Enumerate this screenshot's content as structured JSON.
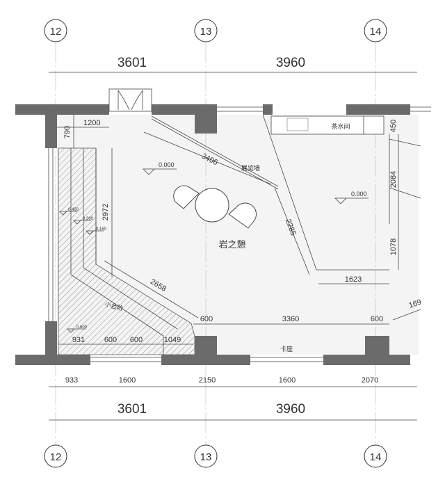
{
  "axes": [
    "12",
    "13",
    "14"
  ],
  "overall_dims": [
    "3601",
    "3960"
  ],
  "bottom_dims": [
    "933",
    "1600",
    "2150",
    "1600",
    "2070"
  ],
  "dims": {
    "d1200": "1200",
    "d790": "790",
    "d3406": "3406",
    "d2972": "2972",
    "d2658": "2658",
    "d2285": "2285",
    "d450": "450",
    "d2084": "2084",
    "d1078": "1078",
    "d1623": "1623",
    "d169": "169",
    "d600a": "600",
    "d3360": "3360",
    "d600b": "600",
    "d931": "931",
    "d600c": "600",
    "d600d": "600",
    "d1049": "1049"
  },
  "elevations": {
    "main": "0.000",
    "right": "0.000",
    "e450": "0.450",
    "e300": "0.300",
    "e150": "0.150",
    "e600": "0.600"
  },
  "rooms": {
    "main": "岩之憩",
    "exhibit_wall": "展览墙",
    "tea_room": "茶水间",
    "steps": "小台阶",
    "booth": "卡座"
  },
  "colors": {
    "wall": "#6b6b6b",
    "line": "#444444",
    "floor": "#f4f4f4"
  }
}
